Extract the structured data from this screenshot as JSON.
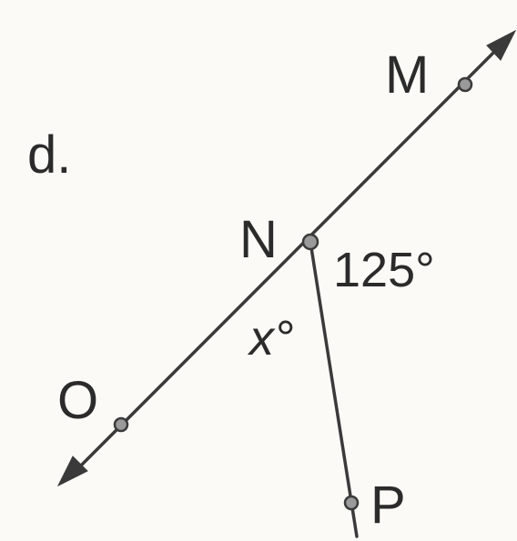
{
  "problem_label": "d.",
  "points": {
    "M": "M",
    "N": "N",
    "O": "O",
    "P": "P"
  },
  "angles": {
    "given": "125°",
    "unknown": "x°"
  }
}
